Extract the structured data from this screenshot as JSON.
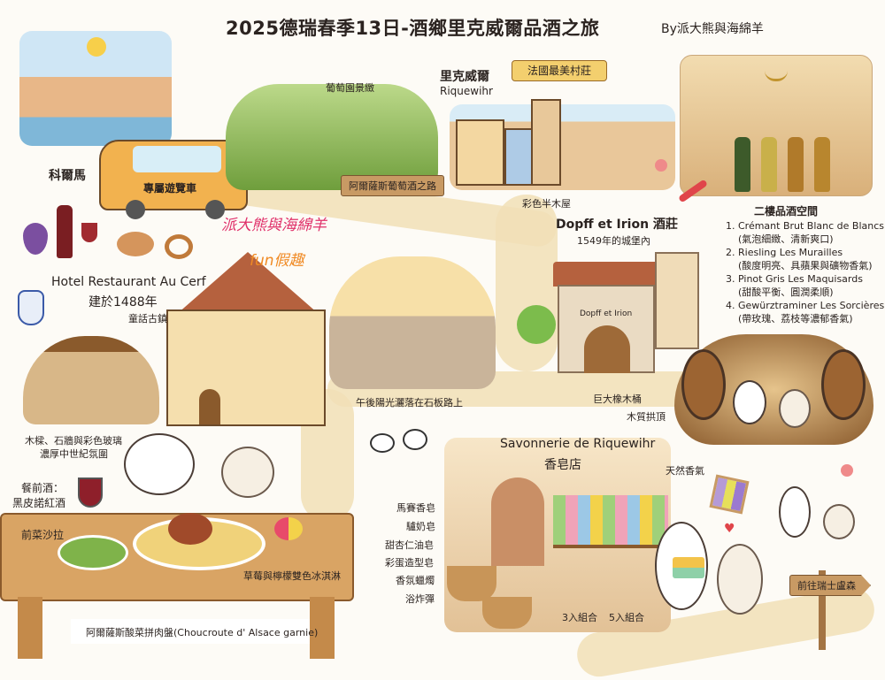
{
  "header": {
    "title": "2025德瑞春季13日-酒鄉里克威爾品酒之旅",
    "byline": "By派大熊與海綿羊"
  },
  "colmar": {
    "label": "科爾馬",
    "bus_label": "專屬遊覽車"
  },
  "vineyard": {
    "label": "葡萄園景緻",
    "road_sign": "阿爾薩斯葡萄酒之路"
  },
  "riquewihr": {
    "name_zh": "里克威爾",
    "name_fr": "Riquewihr",
    "ribbon": "法國最美村莊",
    "houses_label": "彩色半木屋"
  },
  "handwriting": {
    "pink": "派大熊與海綿羊",
    "orange": "fun假趣"
  },
  "dopff": {
    "title": "Dopff et Irion 酒莊",
    "subtitle": "1549年的城堡內",
    "building_sign": "Dopff et Irion",
    "barrel_label": "巨大橡木桶",
    "vault_label": "木質拱頂"
  },
  "tasting": {
    "heading": "二樓品酒空間",
    "wines": [
      {
        "name": "1. Crémant Brut Blanc de Blancs",
        "note": "(氣泡細緻、清新爽口)"
      },
      {
        "name": "2. Riesling Les Murailles",
        "note": "(酸度明亮、具蘋果與礦物香氣)"
      },
      {
        "name": "3. Pinot Gris Les Maquisards",
        "note": "(甜酸平衡、圓潤柔順)"
      },
      {
        "name": "4. Gewürztraminer Les Sorcières",
        "note": "(帶玫瑰、荔枝等濃郁香氣)"
      }
    ]
  },
  "hotel": {
    "name": "Hotel Restaurant Au Cerf",
    "built": "建於1488年",
    "fairy_town": "童話古鎮",
    "interior_line1": "木樑、石牆與彩色玻璃",
    "interior_line2": "濃厚中世紀氛圍"
  },
  "street": {
    "label": "午後陽光灑落在石板路上"
  },
  "meal": {
    "aperitif_line1": "餐前酒：",
    "aperitif_line2": "黑皮諾紅酒",
    "starter": "前菜沙拉",
    "dessert": "草莓與檸檬雙色冰淇淋",
    "main": "阿爾薩斯酸菜拼肉盤(Choucroute d' Alsace garnie)"
  },
  "soap_shop": {
    "name": "Savonnerie de Riquewihr",
    "name_zh": "香皂店",
    "items": [
      "馬賽香皂",
      "驢奶皂",
      "甜杏仁油皂",
      "彩蛋造型皂",
      "香氛蠟燭",
      "浴炸彈"
    ],
    "set3": "3入組合",
    "set5": "5入組合",
    "natural_scent": "天然香氣"
  },
  "signpost": {
    "label": "前往瑞士盧森"
  },
  "colors": {
    "background": "#fdfbf6",
    "path": "#f1dfb6",
    "handwriting_pink": "#e0306a",
    "handwriting_orange": "#f08a24",
    "arrow_red": "#e0454a",
    "wood": "#c89a64"
  }
}
